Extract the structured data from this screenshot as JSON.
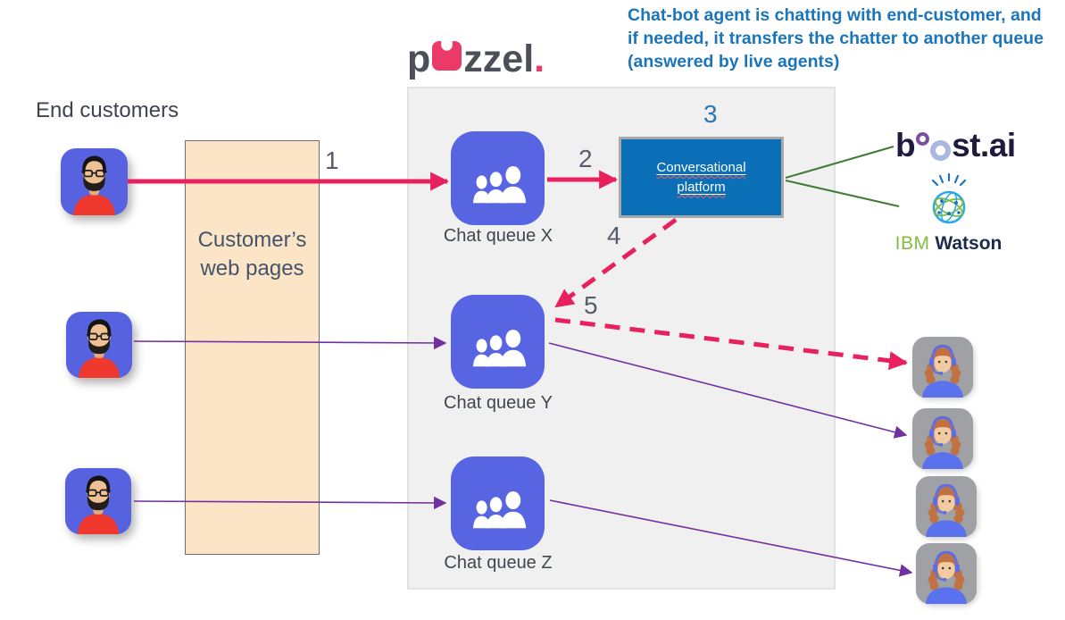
{
  "annotation": {
    "text": "Chat-bot agent is chatting with end-customer, and if needed, it transfers the chatter to another queue (answered by live agents)"
  },
  "puzzel_logo": {
    "p": "p",
    "zzel": "zzel",
    "dot": "."
  },
  "end_customers": {
    "heading": "End customers"
  },
  "web_pages_box": {
    "line1": "Customer’s",
    "line2": "web pages"
  },
  "queues": [
    {
      "label": "Chat queue X"
    },
    {
      "label": "Chat queue Y"
    },
    {
      "label": "Chat queue Z"
    }
  ],
  "platform": {
    "line1": "Conversational",
    "line2": "platform"
  },
  "steps": {
    "s1": "1",
    "s2": "2",
    "s3": "3",
    "s4": "4",
    "s5": "5"
  },
  "partners": {
    "boost_b": "b",
    "boost_suffix": "st.ai",
    "ibm": "IBM",
    "watson": "Watson"
  },
  "colors": {
    "crimson_arrow": "#E8205E",
    "purple_arrow": "#7030A0",
    "green_line": "#3E7B33",
    "annotation_blue": "#1B75BC",
    "queue_tile_blue": "#5865E2",
    "platform_blue": "#0B6FB7",
    "web_pages_tan": "#FCE5C6",
    "panel_gray": "#F0F0F1",
    "puzzel_pink": "#EA3A68",
    "step3_blue": "#2E75B6",
    "customer_shirt_red": "#EF382E",
    "agent_tile_gray": "#9FA1A4"
  }
}
